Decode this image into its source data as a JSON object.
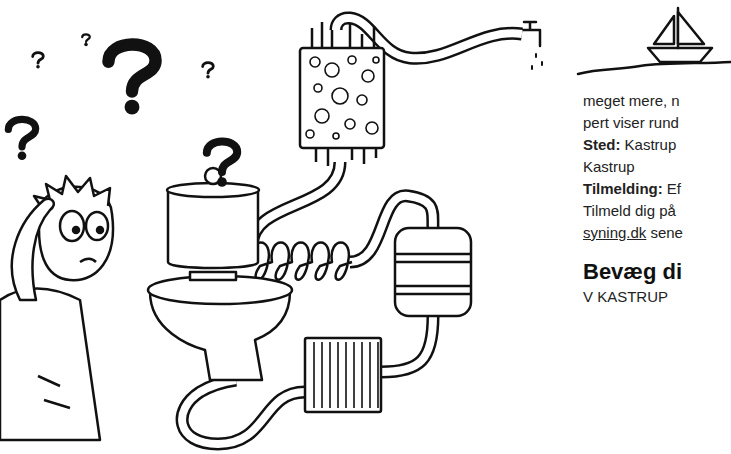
{
  "diagram": {
    "labels": [
      "meget mere, n",
      "pert viser rund",
      "Sted:",
      "Kastrup",
      "Kastrup",
      "Tilmelding:",
      "Ef",
      "Tilmeld dig på",
      "syning.dk",
      "sene",
      "Bevæg di",
      "V KASTRUP"
    ]
  }
}
